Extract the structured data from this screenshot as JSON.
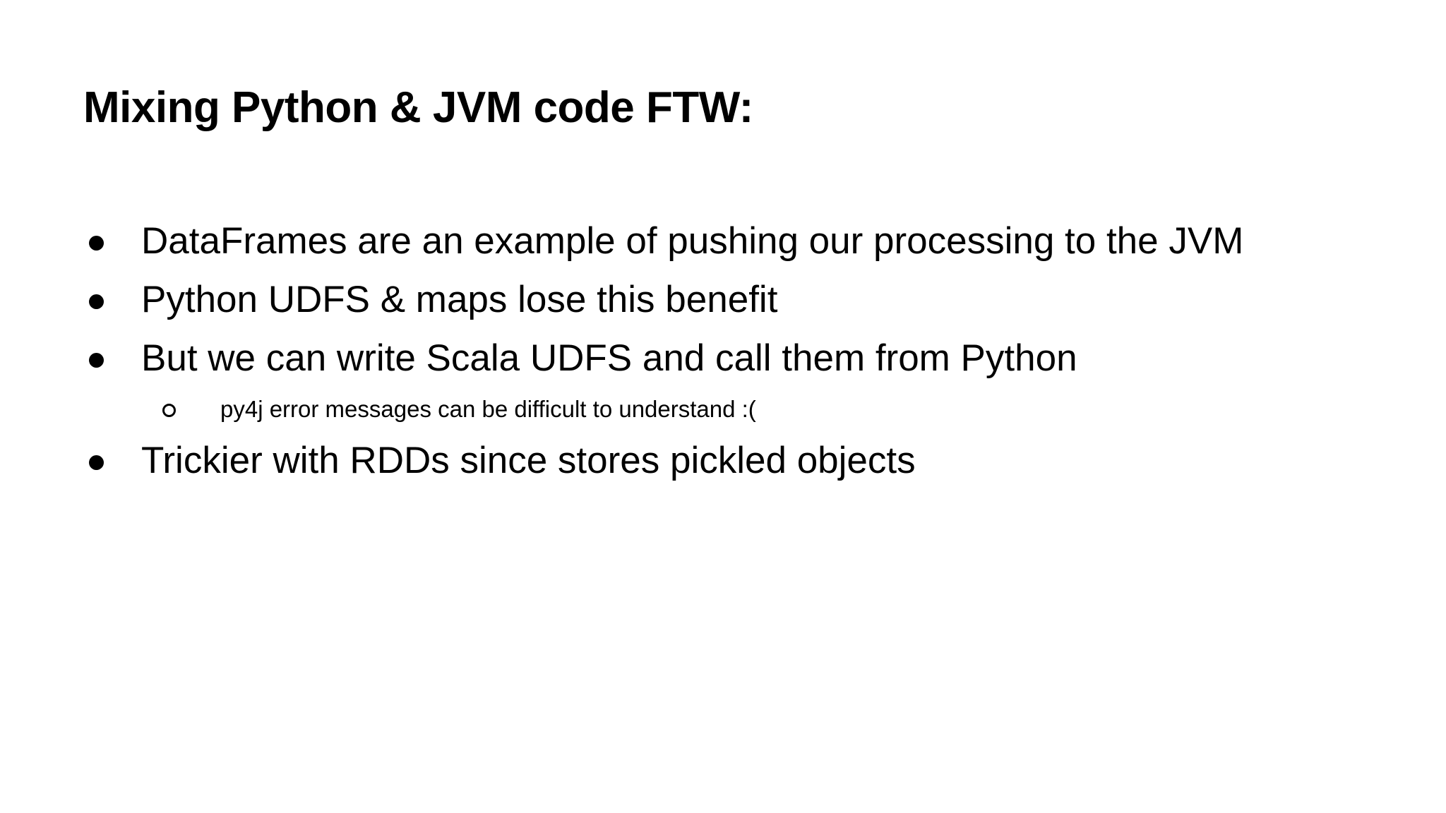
{
  "slide": {
    "background_color": "#ffffff",
    "text_color": "#000000",
    "title": "Mixing Python & JVM code FTW:",
    "bullets": [
      {
        "level": 1,
        "marker": "filled-disc",
        "text": "DataFrames are an example of pushing our processing to the JVM"
      },
      {
        "level": 1,
        "marker": "filled-disc",
        "text": "Python UDFS & maps lose this benefit"
      },
      {
        "level": 1,
        "marker": "filled-disc",
        "text": "But we can write Scala UDFS and call them from Python"
      },
      {
        "level": 2,
        "marker": "hollow-circle",
        "text": "py4j error messages can be difficult to understand :("
      },
      {
        "level": 1,
        "marker": "filled-disc",
        "text": "Trickier with RDDs since stores pickled objects"
      }
    ]
  }
}
